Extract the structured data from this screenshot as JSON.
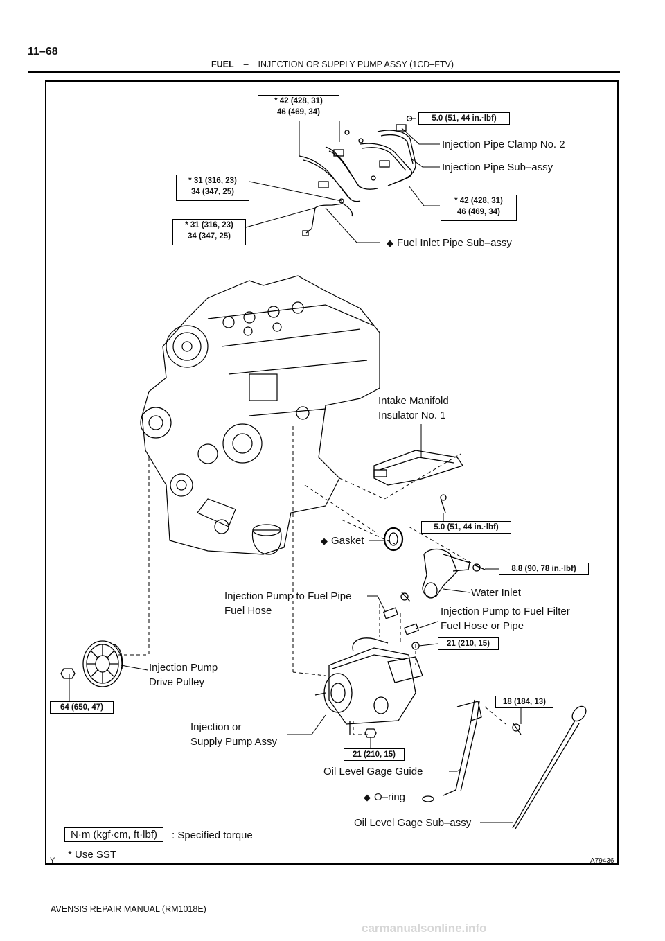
{
  "page_number": "11–68",
  "header": {
    "section": "FUEL",
    "separator": "–",
    "title": "INJECTION OR SUPPLY PUMP ASSY (1CD–FTV)"
  },
  "torques": {
    "t1": {
      "line1": "* 42 (428, 31)",
      "line2": "46 (469, 34)"
    },
    "t2": "5.0 (51, 44 in.·lbf)",
    "t3": {
      "line1": "* 31 (316, 23)",
      "line2": "34 (347, 25)"
    },
    "t4": {
      "line1": "* 42 (428, 31)",
      "line2": "46 (469, 34)"
    },
    "t5": {
      "line1": "* 31 (316, 23)",
      "line2": "34 (347, 25)"
    },
    "t6": "5.0 (51, 44 in.·lbf)",
    "t7": "8.8 (90, 78 in.·lbf)",
    "t8": "21 (210, 15)",
    "t9": "18 (184, 13)",
    "t10": "64 (650, 47)",
    "t11": "21 (210, 15)"
  },
  "labels": {
    "clamp": "Injection Pipe Clamp No. 2",
    "pipe_subassy": "Injection Pipe Sub–assy",
    "fuel_inlet": "Fuel Inlet Pipe Sub–assy",
    "manifold_l1": "Intake Manifold",
    "manifold_l2": "Insulator No. 1",
    "gasket": "Gasket",
    "water_inlet": "Water Inlet",
    "pump_fuel_hose_l1": "Injection Pump to Fuel Pipe",
    "pump_fuel_hose_l2": "Fuel Hose",
    "pump_filter_l1": "Injection Pump to Fuel Filter",
    "pump_filter_l2": "Fuel Hose or Pipe",
    "drive_pulley_l1": "Injection Pump",
    "drive_pulley_l2": "Drive Pulley",
    "supply_pump_l1": "Injection or",
    "supply_pump_l2": "Supply Pump Assy",
    "gage_guide": "Oil Level Gage Guide",
    "oring": "O–ring",
    "gage_subassy": "Oil Level Gage Sub–assy"
  },
  "non_reusable_symbol": "◆",
  "legend": {
    "box": "N·m (kgf·cm, ft·lbf)",
    "desc": ": Specified torque",
    "sst": "* Use SST"
  },
  "corner_left": "Y",
  "figure_id": "A79436",
  "footer": "AVENSIS REPAIR MANUAL   (RM1018E)",
  "watermark": "carmanualsonline.info"
}
